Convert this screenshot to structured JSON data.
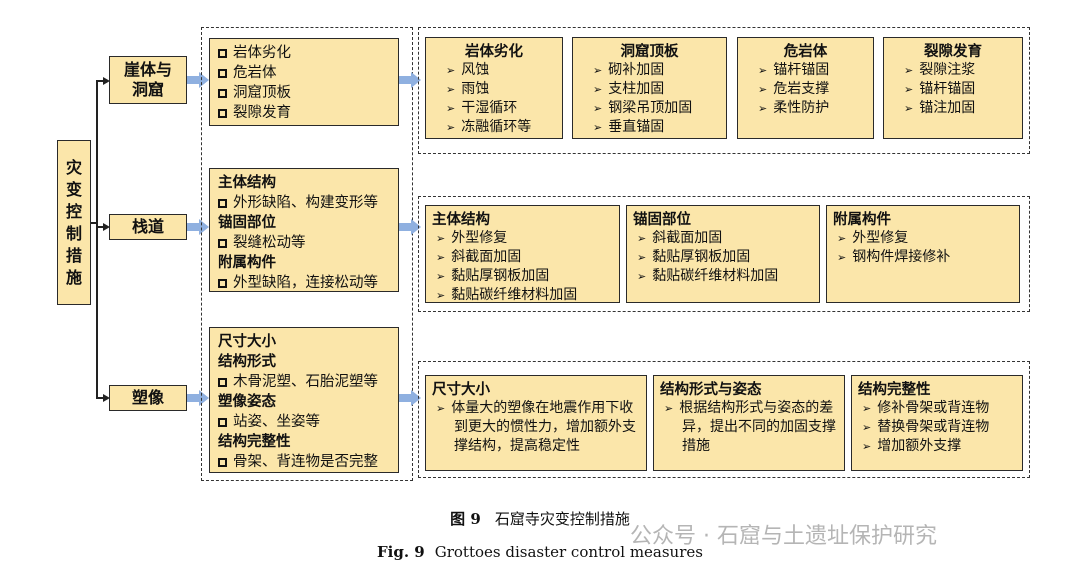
{
  "root": {
    "chars": [
      "灾",
      "变",
      "控",
      "制",
      "措",
      "施"
    ]
  },
  "categories": [
    {
      "label": "崖体与\n洞窟"
    },
    {
      "label": "栈道"
    },
    {
      "label": "塑像"
    }
  ],
  "mid1": [
    {
      "type": "item",
      "text": "岩体劣化"
    },
    {
      "type": "item",
      "text": "危岩体"
    },
    {
      "type": "item",
      "text": "洞窟顶板"
    },
    {
      "type": "item",
      "text": "裂隙发育"
    }
  ],
  "mid2": [
    {
      "type": "head",
      "text": "主体结构"
    },
    {
      "type": "item",
      "text": "外形缺陷、构建变形等"
    },
    {
      "type": "head",
      "text": "锚固部位"
    },
    {
      "type": "item",
      "text": "裂缝松动等"
    },
    {
      "type": "head",
      "text": "附属构件"
    },
    {
      "type": "item",
      "text": "外型缺陷，连接松动等"
    }
  ],
  "mid3": [
    {
      "type": "head",
      "text": "尺寸大小"
    },
    {
      "type": "head",
      "text": "结构形式"
    },
    {
      "type": "item",
      "text": "木骨泥塑、石胎泥塑等"
    },
    {
      "type": "head",
      "text": "塑像姿态"
    },
    {
      "type": "item",
      "text": "站姿、坐姿等"
    },
    {
      "type": "head",
      "text": "结构完整性"
    },
    {
      "type": "item",
      "text": "骨架、背连物是否完整"
    }
  ],
  "right1": [
    {
      "title": "岩体劣化",
      "items": [
        "风蚀",
        "雨蚀",
        "干湿循环",
        "冻融循环等"
      ]
    },
    {
      "title": "洞窟顶板",
      "items": [
        "砌补加固",
        "支柱加固",
        "钢梁吊顶加固",
        "垂直锚固"
      ]
    },
    {
      "title": "危岩体",
      "items": [
        "锚杆锚固",
        "危岩支撑",
        "柔性防护"
      ]
    },
    {
      "title": "裂隙发育",
      "items": [
        "裂隙注浆",
        "锚杆锚固",
        "锚注加固"
      ]
    }
  ],
  "right2": [
    {
      "title": "主体结构",
      "items": [
        "外型修复",
        "斜截面加固",
        "黏贴厚钢板加固",
        "黏贴碳纤维材料加固"
      ]
    },
    {
      "title": "锚固部位",
      "items": [
        "斜截面加固",
        "黏贴厚钢板加固",
        "黏贴碳纤维材料加固"
      ]
    },
    {
      "title": "附属构件",
      "items": [
        "外型修复",
        "钢构件焊接修补"
      ]
    }
  ],
  "right3": [
    {
      "title": "尺寸大小",
      "items": [
        "体量大的塑像在地震作用下收到更大的惯性力，增加额外支撑结构，提高稳定性"
      ]
    },
    {
      "title": "结构形式与姿态",
      "items": [
        "根据结构形式与姿态的差异，提出不同的加固支撑措施"
      ]
    },
    {
      "title": "结构完整性",
      "items": [
        "修补骨架或背连物",
        "替换骨架或背连物",
        "增加额外支撑"
      ]
    }
  ],
  "caption_cn": {
    "num": "图 9",
    "text": "石窟寺灾变控制措施"
  },
  "caption_en": {
    "num": "Fig. 9",
    "text": "Grottoes disaster control measures"
  },
  "watermark": "公众号 · 石窟与土遗址保护研究",
  "colors": {
    "box_fill": "#fbe6aa",
    "arrow_fill": "#8fb0e0",
    "border": "#2a2a2a"
  }
}
